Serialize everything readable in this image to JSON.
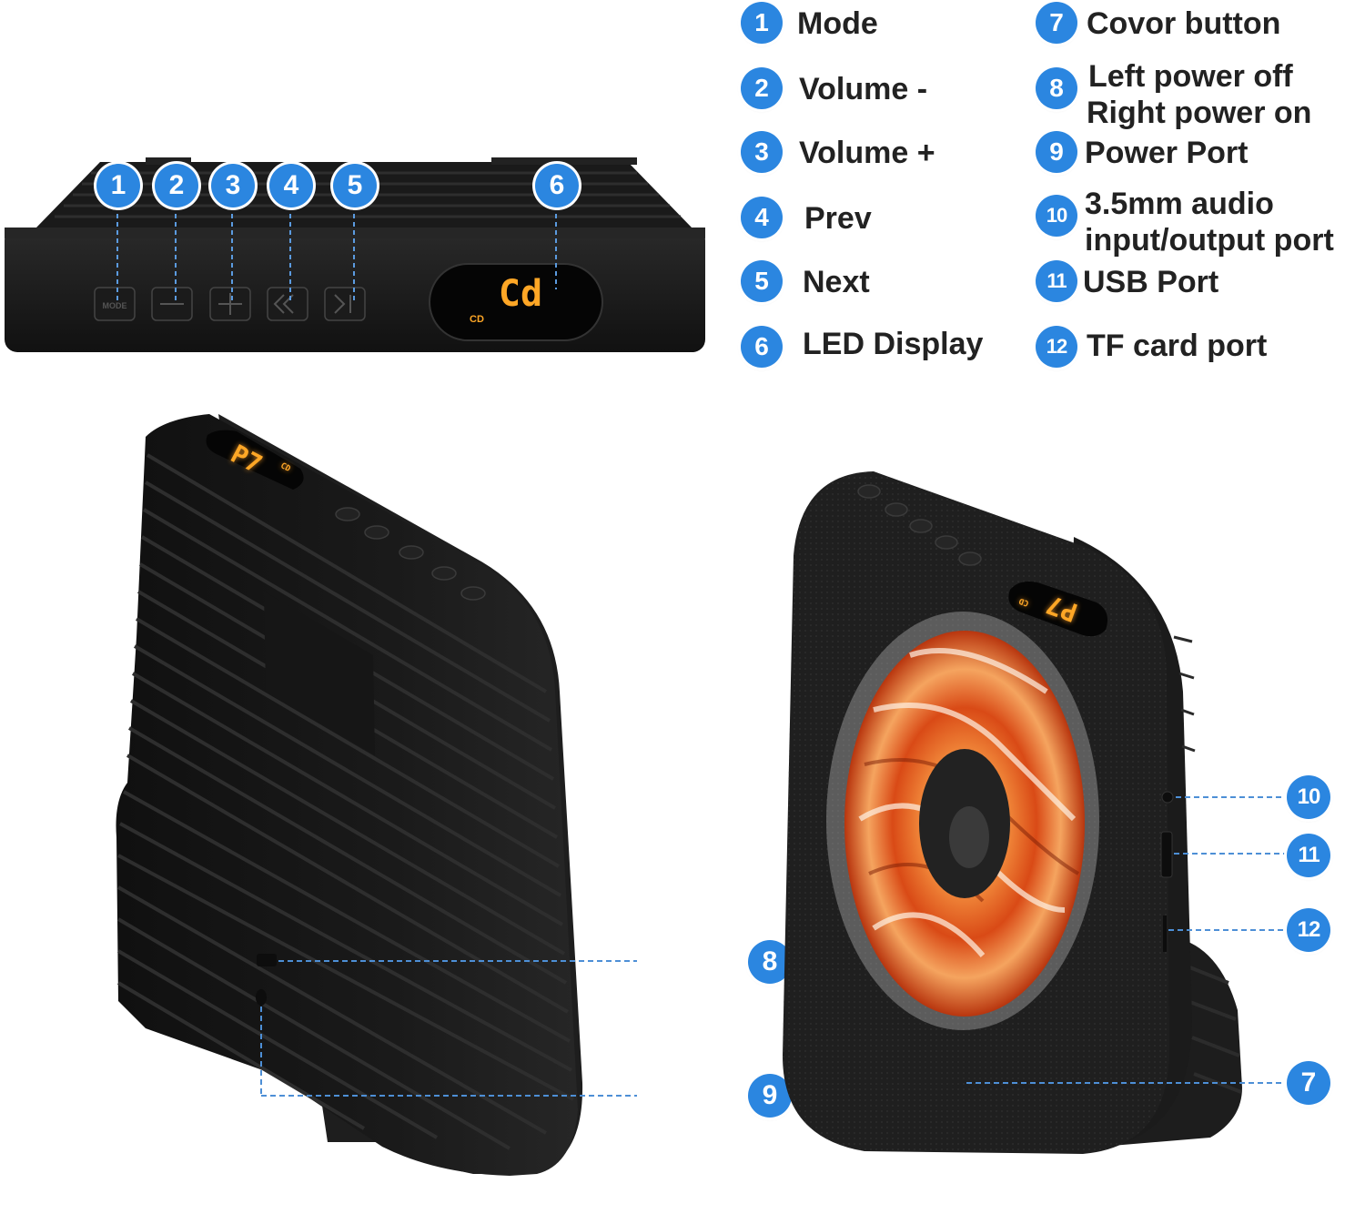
{
  "legend": [
    {
      "num": "1",
      "label": "Mode"
    },
    {
      "num": "2",
      "label": "Volume -"
    },
    {
      "num": "3",
      "label": "Volume +"
    },
    {
      "num": "4",
      "label": "Prev"
    },
    {
      "num": "5",
      "label": "Next"
    },
    {
      "num": "6",
      "label": "LED Display"
    },
    {
      "num": "7",
      "label": "Covor button"
    },
    {
      "num": "8",
      "label_line1": "Left power off",
      "label_line2": "Right power on"
    },
    {
      "num": "9",
      "label": "Power Port"
    },
    {
      "num": "10",
      "label_line1": "3.5mm audio",
      "label_line2": "input/output port"
    },
    {
      "num": "11",
      "label": "USB Port"
    },
    {
      "num": "12",
      "label": "TF card port"
    }
  ],
  "top_view": {
    "button_numbers": [
      "1",
      "2",
      "3",
      "4",
      "5",
      "6"
    ],
    "button_mode_text": "MODE",
    "display_text": "Cd",
    "display_sub_text": "CD"
  },
  "left_view": {
    "display_text": "P7",
    "display_sub_text": "CD",
    "callouts": [
      "8",
      "9"
    ]
  },
  "right_view": {
    "display_text": "P7",
    "display_sub_text": "CD",
    "callouts": [
      "10",
      "11",
      "12",
      "7"
    ]
  },
  "colors": {
    "badge": "#2b86e0",
    "dashed_line": "#4d8fd6",
    "device": "#1c1c1c",
    "led": "#ffa726",
    "text": "#222222"
  }
}
